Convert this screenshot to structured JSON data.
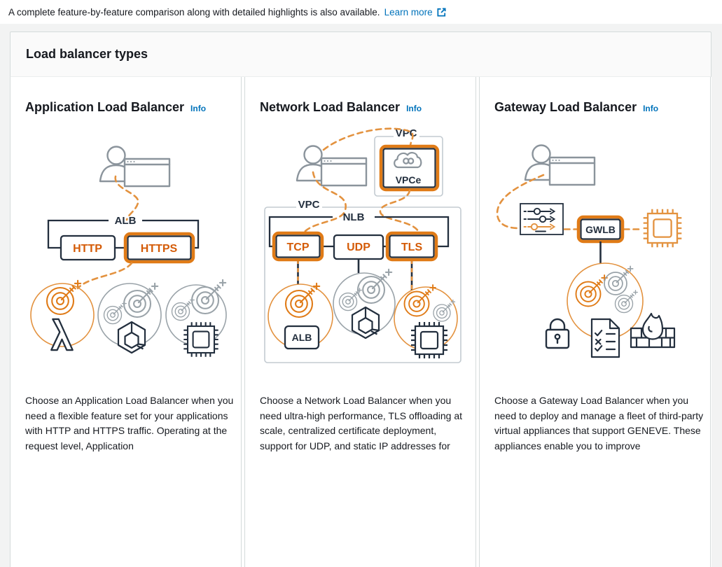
{
  "banner": {
    "text": "A complete feature-by-feature comparison along with detailed highlights is also available.",
    "link_label": "Learn more"
  },
  "panel": {
    "title": "Load balancer types"
  },
  "cards": [
    {
      "title": "Application Load Balancer",
      "info_label": "Info",
      "description": "Choose an Application Load Balancer when you need a flexible feature set for your applications with HTTP and HTTPS traffic. Operating at the request level, Application",
      "diagram": {
        "labels": {
          "lb": "ALB",
          "left": "HTTP",
          "right": "HTTPS"
        },
        "icons": [
          "user-browser",
          "target",
          "lambda",
          "container",
          "instance-chip"
        ]
      }
    },
    {
      "title": "Network Load Balancer",
      "info_label": "Info",
      "description": "Choose a Network Load Balancer when you need ultra-high performance, TLS offloading at scale, centralized certificate deployment, support for UDP, and static IP addresses for",
      "diagram": {
        "labels": {
          "vpc_top": "VPC",
          "vpce": "VPCe",
          "vpc": "VPC",
          "lb": "NLB",
          "left": "TCP",
          "mid": "UDP",
          "right": "TLS",
          "alb": "ALB"
        },
        "icons": [
          "user-browser",
          "cloud-endpoint",
          "target",
          "container",
          "instance-chip"
        ]
      }
    },
    {
      "title": "Gateway Load Balancer",
      "info_label": "Info",
      "description": "Choose a Gateway Load Balancer when you need to deploy and manage a fleet of third-party virtual appliances that support GENEVE. These appliances enable you to improve",
      "diagram": {
        "labels": {
          "lb": "GWLB"
        },
        "icons": [
          "user-browser",
          "route-sliders",
          "instance-chip",
          "target",
          "lock",
          "checklist",
          "firewall"
        ]
      }
    }
  ],
  "colors": {
    "page_bg": "#f2f3f3",
    "panel_header_bg": "#fafafa",
    "border": "#d5dbdb",
    "header_divider": "#eaeded",
    "text": "#16191f",
    "link": "#0073bb",
    "dark": "#232f3e",
    "orange_stroke": "#e07b17",
    "orange_line": "#e3923f",
    "orange_text": "#d45b07",
    "gray_icon": "#8b949c",
    "gray_target": "#9aa3a9",
    "gray_border": "#c3cbd1"
  }
}
